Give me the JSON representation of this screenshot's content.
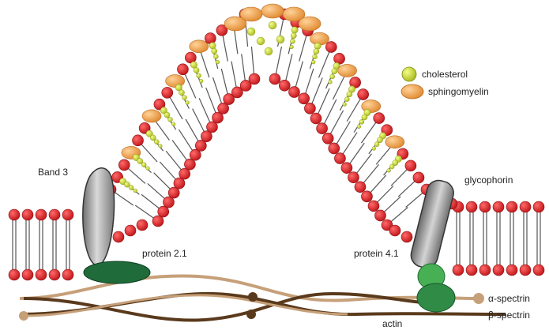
{
  "labels": {
    "band3": "Band 3",
    "protein21": "protein 2.1",
    "glycophorin": "glycophorin",
    "protein41": "protein 4.1",
    "actin": "actin",
    "alpha_spectrin": "α-spectrin",
    "beta_spectrin": "β-spectrin"
  },
  "legend": {
    "cholesterol": "cholesterol",
    "sphingomyelin": "sphingomyelin"
  },
  "colors": {
    "head": "#d8232a",
    "sphingomyelin": "#f0a85a",
    "cholesterol": "#c8d92e",
    "tail": "#555555",
    "protein21": "#1f6b3a",
    "protein41": "#47b055",
    "actin": "#2f8b45",
    "alpha_spectrin": "#c6a079",
    "beta_spectrin": "#5a3a1c",
    "band3": "#9a9a9a",
    "glycophorin": "#8a8a8a"
  }
}
